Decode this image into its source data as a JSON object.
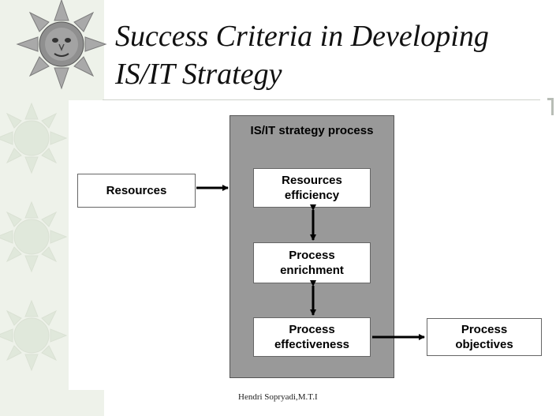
{
  "slide": {
    "title_line1": "Success Criteria in Developing",
    "title_line2": "IS/IT Strategy",
    "footer": "Hendri Sopryadi,M.T.I"
  },
  "diagram": {
    "panel_title": "IS/IT strategy process",
    "resources": "Resources",
    "resources_efficiency": "Resources\nefficiency",
    "process_enrichment": "Process\nenrichment",
    "process_effectiveness": "Process\neffectiveness",
    "process_objectives": "Process\nobjectives"
  },
  "colors": {
    "panel": "#999999",
    "background_strip": "#eef2ea"
  }
}
